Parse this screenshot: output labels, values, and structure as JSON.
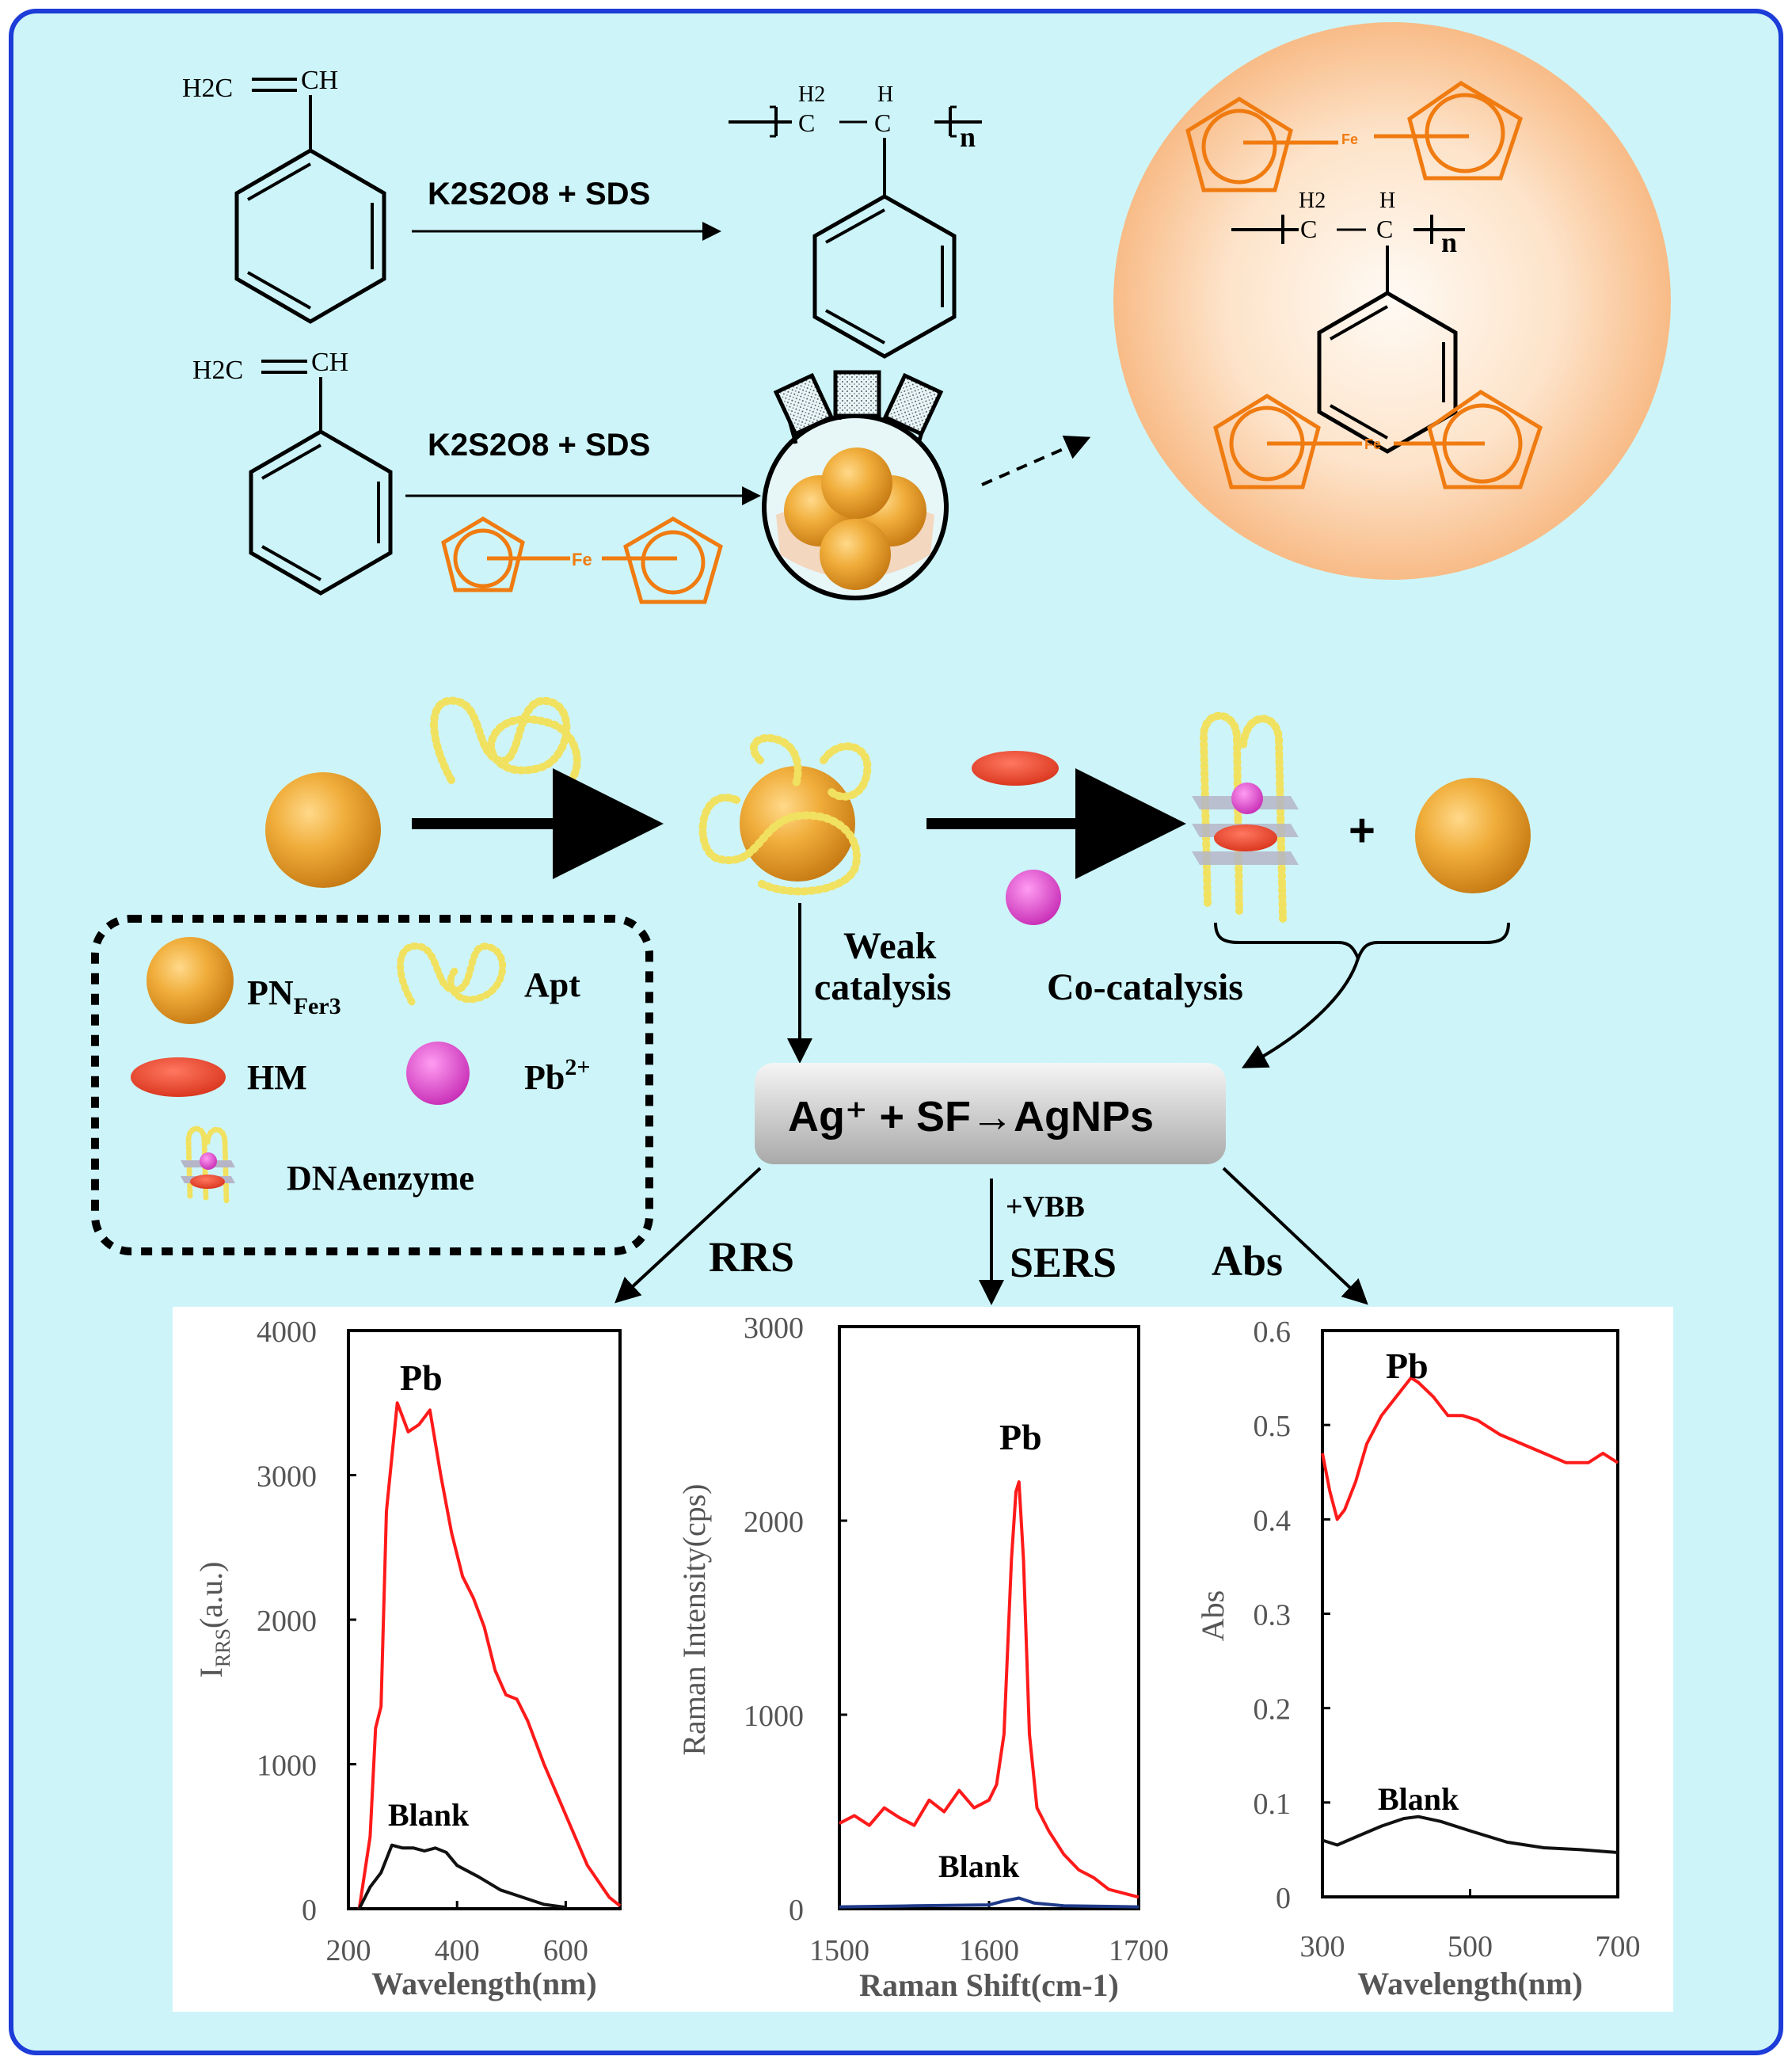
{
  "reaction1": {
    "monomer_left": "H2C",
    "monomer_right": "CH",
    "reagent": "K2S2O8 + SDS",
    "polymer_ch2": "C",
    "polymer_ch2_h": "H2",
    "polymer_ch": "C",
    "polymer_ch_h": "H",
    "subscript_n": "n"
  },
  "reaction2": {
    "monomer_left": "H2C",
    "monomer_right": "CH",
    "reagent": "K2S2O8 + SDS",
    "ferrocene_label": "Fe"
  },
  "nanoparticle": {
    "fe_top": "Fe",
    "fe_bottom": "Fe",
    "ch2": "C",
    "ch2_h": "H2",
    "ch": "C",
    "ch_h": "H",
    "n": "n"
  },
  "mechanism": {
    "weak_catalysis_line1": "Weak",
    "weak_catalysis_line2": "catalysis",
    "co_catalysis": "Co-catalysis",
    "plus": "+",
    "reaction_box": "Ag⁺  +  SF→AgNPs",
    "rrs": "RRS",
    "vbb": "+VBB",
    "sers": "SERS",
    "abs": "Abs"
  },
  "legend": {
    "pnfer3": "PN",
    "pnfer3_sub": "Fer3",
    "apt": "Apt",
    "hm": "HM",
    "pb": "Pb",
    "pb_sup": "2+",
    "dnaenzyme": "DNAenzyme"
  },
  "colors": {
    "panel_bg": "#cdf5f9",
    "frame": "#1e3cd8",
    "sphere": "#e59a2a",
    "red_series": "#ff1a1a",
    "black_series": "#111111",
    "ferrocene": "#f07b10"
  },
  "chart_data": [
    {
      "type": "line",
      "xlabel": "Wavelength(nm)",
      "ylabel_main": "I",
      "ylabel_sub": "RRS",
      "ylabel_rest": "(a.u.)",
      "xlim": [
        200,
        700
      ],
      "ylim": [
        0,
        4000
      ],
      "xticks": [
        "200",
        "400",
        "600"
      ],
      "yticks": [
        "0",
        "1000",
        "2000",
        "3000",
        "4000"
      ],
      "series": [
        {
          "name": "Pb",
          "color": "#ff1a1a",
          "x": [
            220,
            240,
            250,
            260,
            270,
            290,
            310,
            330,
            350,
            370,
            390,
            410,
            430,
            450,
            470,
            490,
            510,
            530,
            560,
            600,
            640,
            680,
            700
          ],
          "y": [
            0,
            500,
            1250,
            1400,
            2750,
            3500,
            3300,
            3350,
            3450,
            3000,
            2600,
            2300,
            2150,
            1950,
            1650,
            1480,
            1450,
            1300,
            1000,
            650,
            300,
            80,
            20
          ]
        },
        {
          "name": "Blank",
          "color": "#111111",
          "x": [
            220,
            240,
            260,
            280,
            300,
            320,
            340,
            360,
            380,
            400,
            440,
            480,
            520,
            560,
            600
          ],
          "y": [
            0,
            150,
            250,
            440,
            420,
            420,
            400,
            420,
            390,
            300,
            220,
            130,
            80,
            30,
            10
          ]
        }
      ],
      "annotations": [
        "Pb",
        "Blank"
      ]
    },
    {
      "type": "line",
      "xlabel": "Raman Shift(cm-1)",
      "ylabel": "Raman Intensity(cps)",
      "xlim": [
        1500,
        1700
      ],
      "ylim": [
        0,
        3000
      ],
      "xticks": [
        "1500",
        "1600",
        "1700"
      ],
      "yticks": [
        "0",
        "1000",
        "2000",
        "3000"
      ],
      "series": [
        {
          "name": "Pb",
          "color": "#ff1a1a",
          "x": [
            1500,
            1510,
            1520,
            1530,
            1540,
            1550,
            1560,
            1570,
            1580,
            1590,
            1600,
            1605,
            1610,
            1615,
            1618,
            1620,
            1623,
            1627,
            1632,
            1640,
            1650,
            1660,
            1670,
            1680,
            1690,
            1700
          ],
          "y": [
            440,
            480,
            430,
            520,
            470,
            430,
            560,
            500,
            610,
            520,
            560,
            640,
            900,
            1800,
            2150,
            2200,
            1800,
            900,
            520,
            400,
            280,
            200,
            160,
            100,
            80,
            60
          ]
        },
        {
          "name": "Blank",
          "color": "#1f3a8a",
          "x": [
            1500,
            1550,
            1600,
            1610,
            1620,
            1630,
            1650,
            1700
          ],
          "y": [
            10,
            15,
            20,
            40,
            55,
            30,
            15,
            10
          ]
        }
      ],
      "annotations": [
        "Pb",
        "Blank"
      ]
    },
    {
      "type": "line",
      "xlabel": "Wavelength(nm)",
      "ylabel": "Abs",
      "xlim": [
        300,
        700
      ],
      "ylim": [
        0,
        0.6
      ],
      "xticks": [
        "300",
        "500",
        "700"
      ],
      "yticks": [
        "0",
        "0.1",
        "0.2",
        "0.3",
        "0.4",
        "0.5",
        "0.6"
      ],
      "series": [
        {
          "name": "Pb",
          "color": "#ff1a1a",
          "x": [
            300,
            310,
            320,
            330,
            345,
            360,
            380,
            400,
            420,
            430,
            450,
            470,
            490,
            510,
            540,
            570,
            600,
            630,
            660,
            680,
            690,
            700
          ],
          "y": [
            0.47,
            0.43,
            0.4,
            0.41,
            0.44,
            0.48,
            0.51,
            0.53,
            0.55,
            0.545,
            0.53,
            0.51,
            0.51,
            0.505,
            0.49,
            0.48,
            0.47,
            0.46,
            0.46,
            0.47,
            0.465,
            0.46
          ]
        },
        {
          "name": "Blank",
          "color": "#111111",
          "x": [
            300,
            320,
            350,
            380,
            410,
            430,
            460,
            500,
            550,
            600,
            650,
            700
          ],
          "y": [
            0.06,
            0.055,
            0.065,
            0.075,
            0.083,
            0.085,
            0.08,
            0.07,
            0.058,
            0.052,
            0.05,
            0.047
          ]
        }
      ],
      "annotations": [
        "Pb",
        "Blank"
      ]
    }
  ]
}
